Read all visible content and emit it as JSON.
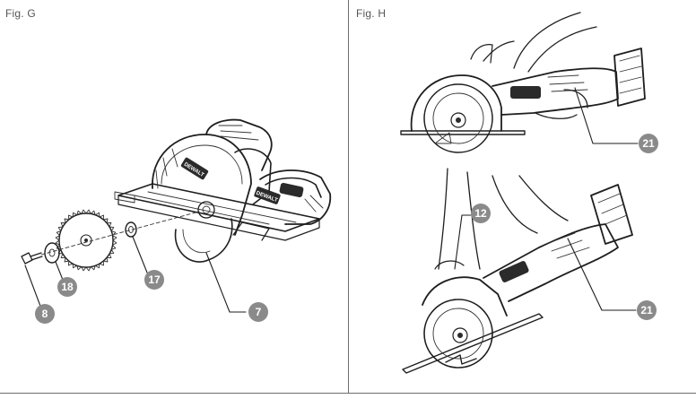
{
  "figures": {
    "g": {
      "label": "Fig. G",
      "callouts": [
        "8",
        "18",
        "17",
        "7"
      ]
    },
    "h": {
      "label": "Fig. H",
      "callouts": [
        "21",
        "12",
        "21"
      ]
    }
  },
  "colors": {
    "ink": "#1e1e1e",
    "callout_fill": "#8a8a8a",
    "callout_text": "#ffffff",
    "divider": "#6d6d6d"
  },
  "brand_mark": "DEWALT"
}
